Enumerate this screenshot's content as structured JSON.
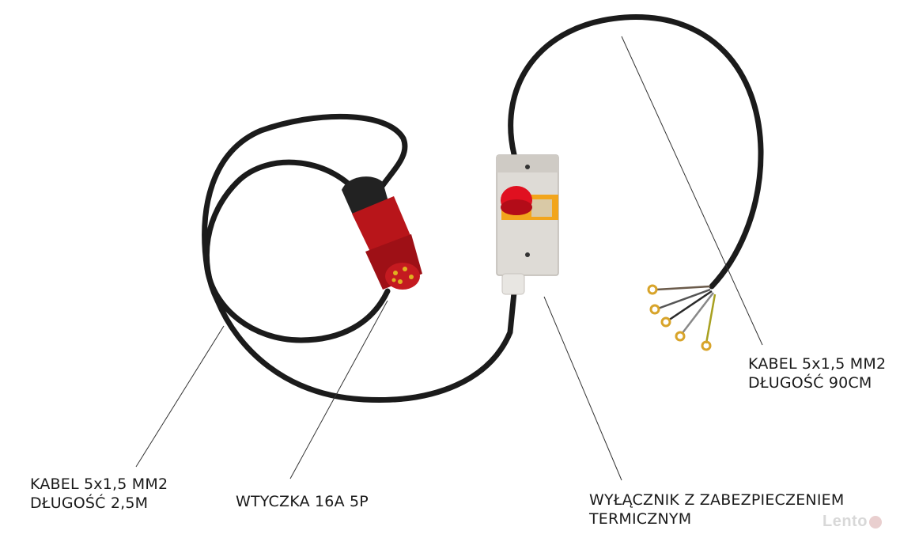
{
  "labels": {
    "cable_long": {
      "line1": "KABEL 5x1,5 MM2",
      "line2": "DŁUGOŚĆ 2,5M"
    },
    "plug": "WTYCZKA 16A 5P",
    "switch": {
      "line1": "WYŁĄCZNIK Z ZABEZPIECZENIEM",
      "line2": "TERMICZNYM"
    },
    "cable_short": {
      "line1": "KABEL 5x1,5 MM2",
      "line2": "DŁUGOŚĆ 90CM"
    }
  },
  "watermark": "Lento",
  "colors": {
    "cable": "#1b1b1b",
    "plug_red": "#b8151a",
    "switch_body": "#dedbd6",
    "emergency_button": "#e01020",
    "switch_yellow": "#f2a51c"
  }
}
